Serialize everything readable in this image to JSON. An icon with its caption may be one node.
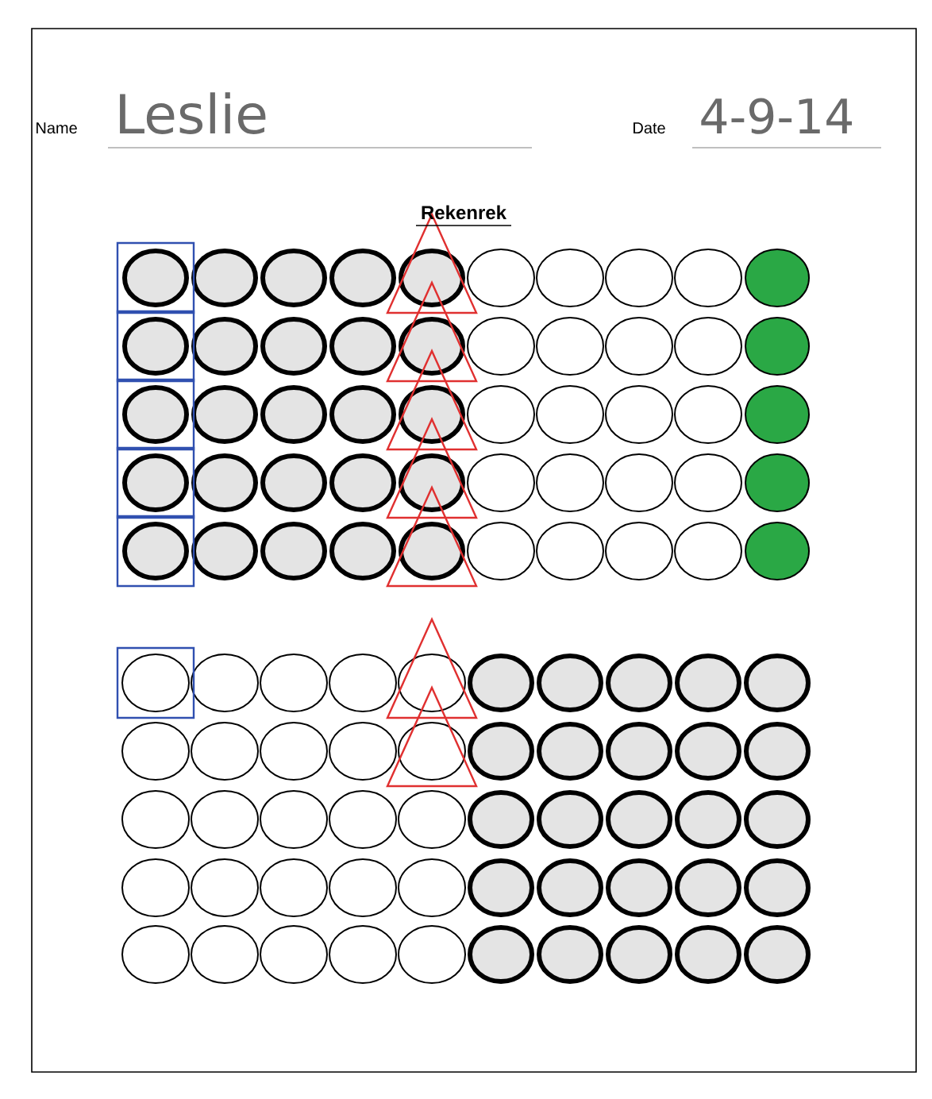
{
  "diagram": {
    "title": "Rekenrek",
    "labels": [
      "Name",
      "Leslie",
      "Date",
      "4-9-14"
    ]
  }
}
